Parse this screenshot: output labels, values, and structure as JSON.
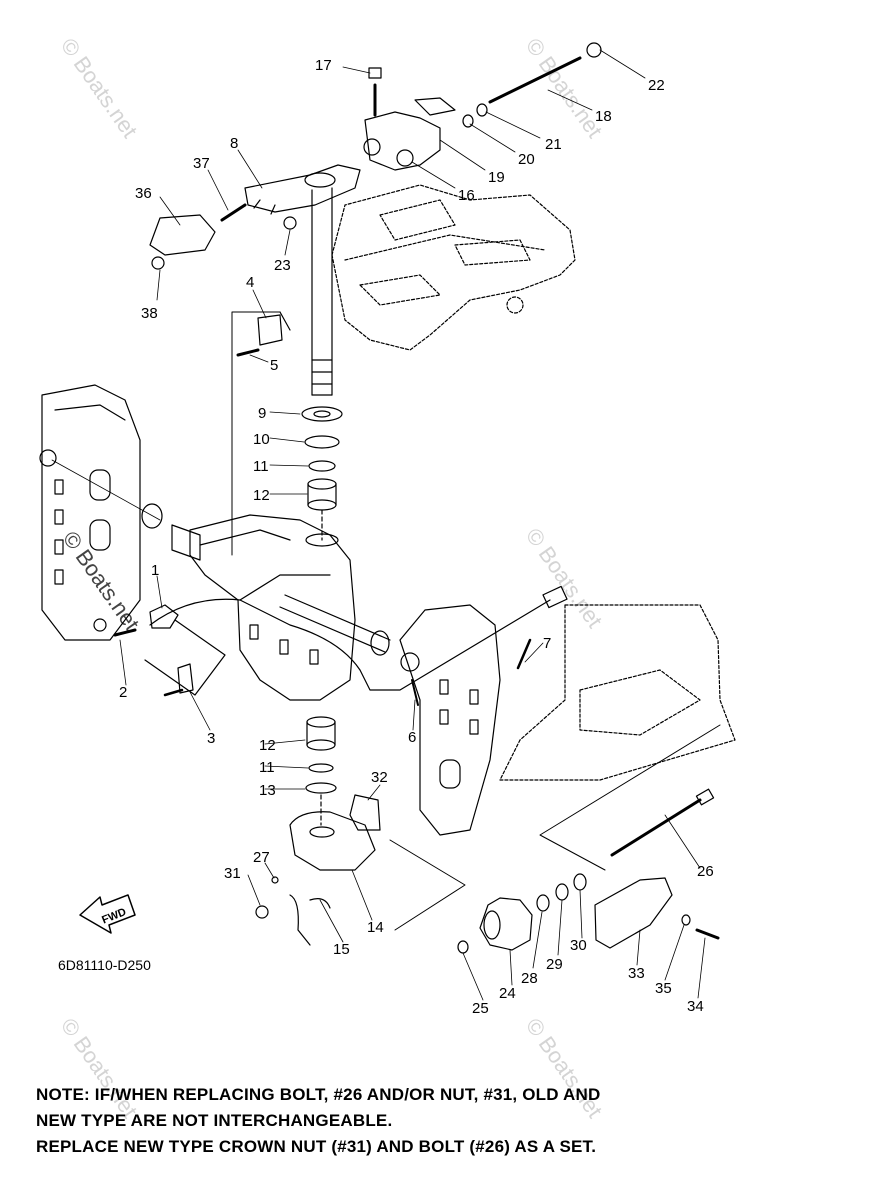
{
  "diagram": {
    "drawing_code": "6D81110-D250",
    "fwd_label": "FWD",
    "watermark": "© Boats.net",
    "callouts": [
      "17",
      "22",
      "18",
      "21",
      "20",
      "19",
      "16",
      "8",
      "37",
      "36",
      "23",
      "38",
      "4",
      "5",
      "9",
      "10",
      "11",
      "12",
      "1",
      "7",
      "2",
      "6",
      "3",
      "12",
      "11",
      "13",
      "32",
      "27",
      "31",
      "14",
      "15",
      "26",
      "30",
      "29",
      "28",
      "24",
      "25",
      "33",
      "35",
      "34"
    ]
  },
  "note": {
    "line1": "NOTE: IF/WHEN REPLACING BOLT, #26 AND/OR NUT, #31, OLD AND",
    "line2": "NEW TYPE ARE NOT INTERCHANGEABLE.",
    "line3": "REPLACE NEW TYPE CROWN NUT (#31) AND BOLT (#26) AS A SET."
  }
}
